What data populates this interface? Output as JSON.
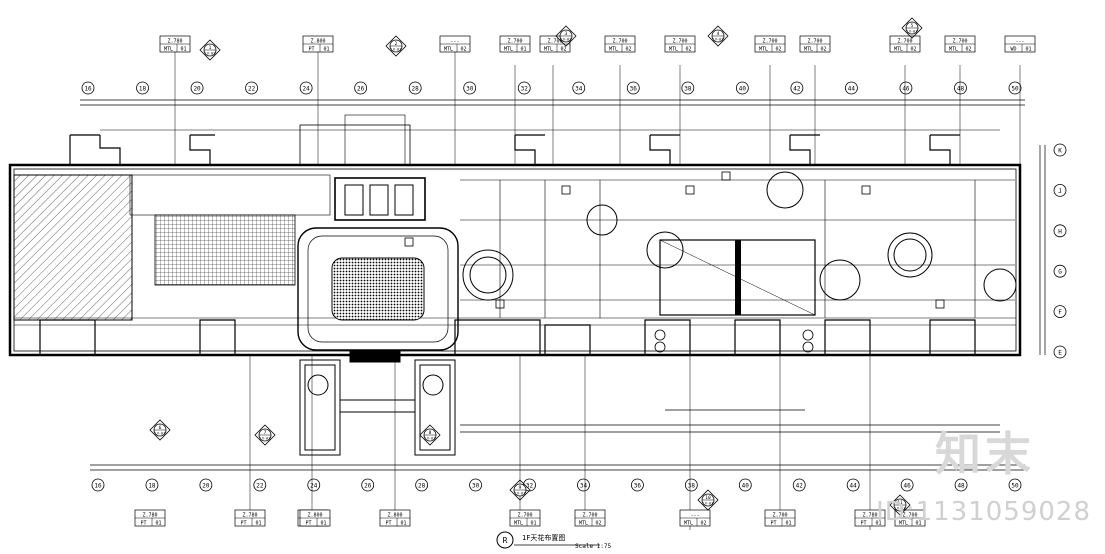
{
  "plan": {
    "title": "1F天花布置图",
    "scale": "Scale 1:75",
    "title_marker": "R"
  },
  "watermark": {
    "brand": "知末",
    "id_label": "ID:1131059028"
  },
  "grid": {
    "top": [
      "16",
      "18",
      "20",
      "22",
      "24",
      "26",
      "28",
      "30",
      "32",
      "34",
      "36",
      "38",
      "40",
      "42",
      "44",
      "46",
      "48",
      "50"
    ],
    "bottom": [
      "16",
      "18",
      "20",
      "22",
      "24",
      "26",
      "28",
      "30",
      "32",
      "34",
      "36",
      "38",
      "40",
      "42",
      "44",
      "46",
      "48",
      "50"
    ],
    "right": [
      "K",
      "J",
      "H",
      "G",
      "F",
      "E"
    ]
  },
  "tags_top": [
    {
      "code": "Z.780",
      "mat": "MTL",
      "num": "01"
    },
    {
      "code": "Z.800",
      "mat": "PT",
      "num": "01"
    },
    {
      "code": "---",
      "mat": "MTL",
      "num": "02"
    },
    {
      "code": "Z.700",
      "mat": "MTL",
      "num": "01"
    },
    {
      "code": "Z.700",
      "mat": "MTL",
      "num": "02"
    },
    {
      "code": "Z.700",
      "mat": "MTL",
      "num": "02"
    },
    {
      "code": "Z.700",
      "mat": "MTL",
      "num": "02"
    },
    {
      "code": "Z.700",
      "mat": "MTL",
      "num": "02"
    },
    {
      "code": "Z.700",
      "mat": "MTL",
      "num": "02"
    },
    {
      "code": "Z.700",
      "mat": "MTL",
      "num": "02"
    },
    {
      "code": "Z.700",
      "mat": "MTL",
      "num": "02"
    },
    {
      "code": "---",
      "mat": "WD",
      "num": "01"
    }
  ],
  "tags_bottom": [
    {
      "code": "Z.780",
      "mat": "PT",
      "num": "01"
    },
    {
      "code": "Z.780",
      "mat": "PT",
      "num": "01"
    },
    {
      "code": "Z.800",
      "mat": "PT",
      "num": "01"
    },
    {
      "code": "Z.800",
      "mat": "PT",
      "num": "01"
    },
    {
      "code": "Z.800",
      "mat": "PT",
      "num": "01"
    },
    {
      "code": "Z.700",
      "mat": "MTL",
      "num": "01"
    },
    {
      "code": "Z.700",
      "mat": "MTL",
      "num": "02"
    },
    {
      "code": "---",
      "mat": "MTL",
      "num": "02"
    },
    {
      "code": "Z.700",
      "mat": "PT",
      "num": "01"
    },
    {
      "code": "Z.780",
      "mat": "PT",
      "num": "01"
    },
    {
      "code": "Z.700",
      "mat": "MTL",
      "num": "01"
    }
  ],
  "section_markers": [
    {
      "num": "1",
      "ref": "LV-01"
    },
    {
      "num": "2",
      "ref": "LV-01"
    },
    {
      "num": "3",
      "ref": "LV-01"
    },
    {
      "num": "4",
      "ref": "LV-01"
    },
    {
      "num": "5",
      "ref": "LV-01"
    },
    {
      "num": "6",
      "ref": "LV-01"
    },
    {
      "num": "7",
      "ref": "LV-01"
    },
    {
      "num": "8",
      "ref": "LV-01"
    },
    {
      "num": "9",
      "ref": "LV-01"
    },
    {
      "num": "10",
      "ref": "LV-01"
    },
    {
      "num": "11",
      "ref": "LV-01"
    }
  ]
}
